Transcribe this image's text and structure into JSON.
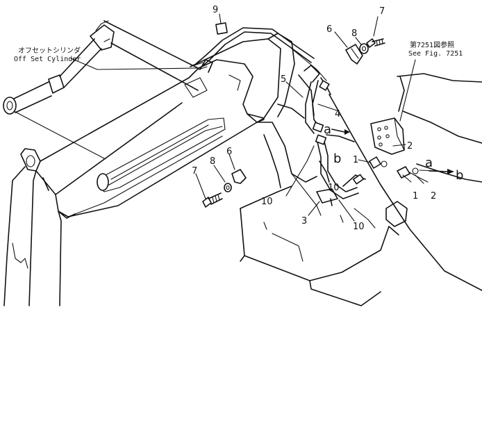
{
  "callouts": {
    "offset_cylinder_jp": "オフセットシリンダ",
    "offset_cylinder_en": "Off Set Cylinder",
    "see_fig_jp": "第7251図参照",
    "see_fig_en": "See Fig. 7251"
  },
  "part_labels": {
    "p1a": "1",
    "p1b": "1",
    "p2a": "2",
    "p2b": "2",
    "p3": "3",
    "p4": "4",
    "p5": "5",
    "p6a": "6",
    "p6b": "6",
    "p7a": "7",
    "p7b": "7",
    "p8a": "8",
    "p8b": "8",
    "p9": "9",
    "p10a": "10",
    "p10b": "10",
    "p10c": "10"
  },
  "port_labels": {
    "a1": "a",
    "b1": "b",
    "a2": "a",
    "b2": "b"
  }
}
